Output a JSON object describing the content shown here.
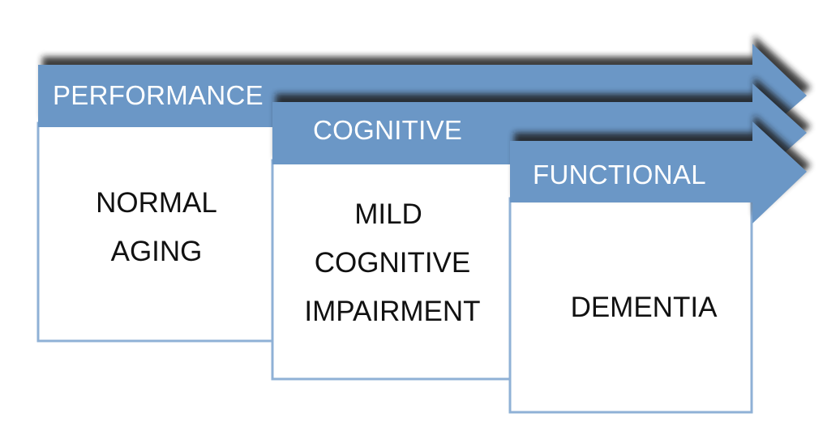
{
  "colors": {
    "band_fill": "#6b97c6",
    "band_shadow": "#1c1c1c",
    "box_border": "#8fb1d6",
    "box_fill": "#ffffff",
    "label_text": "#ffffff",
    "box_text": "#111111"
  },
  "stages": [
    {
      "band_label": "PERFORMANCE",
      "box_lines": [
        "NORMAL",
        "AGING"
      ]
    },
    {
      "band_label": "COGNITIVE",
      "box_lines": [
        "MILD",
        "COGNITIVE",
        "IMPAIRMENT"
      ]
    },
    {
      "band_label": "FUNCTIONAL",
      "box_lines": [
        "DEMENTIA"
      ]
    }
  ]
}
